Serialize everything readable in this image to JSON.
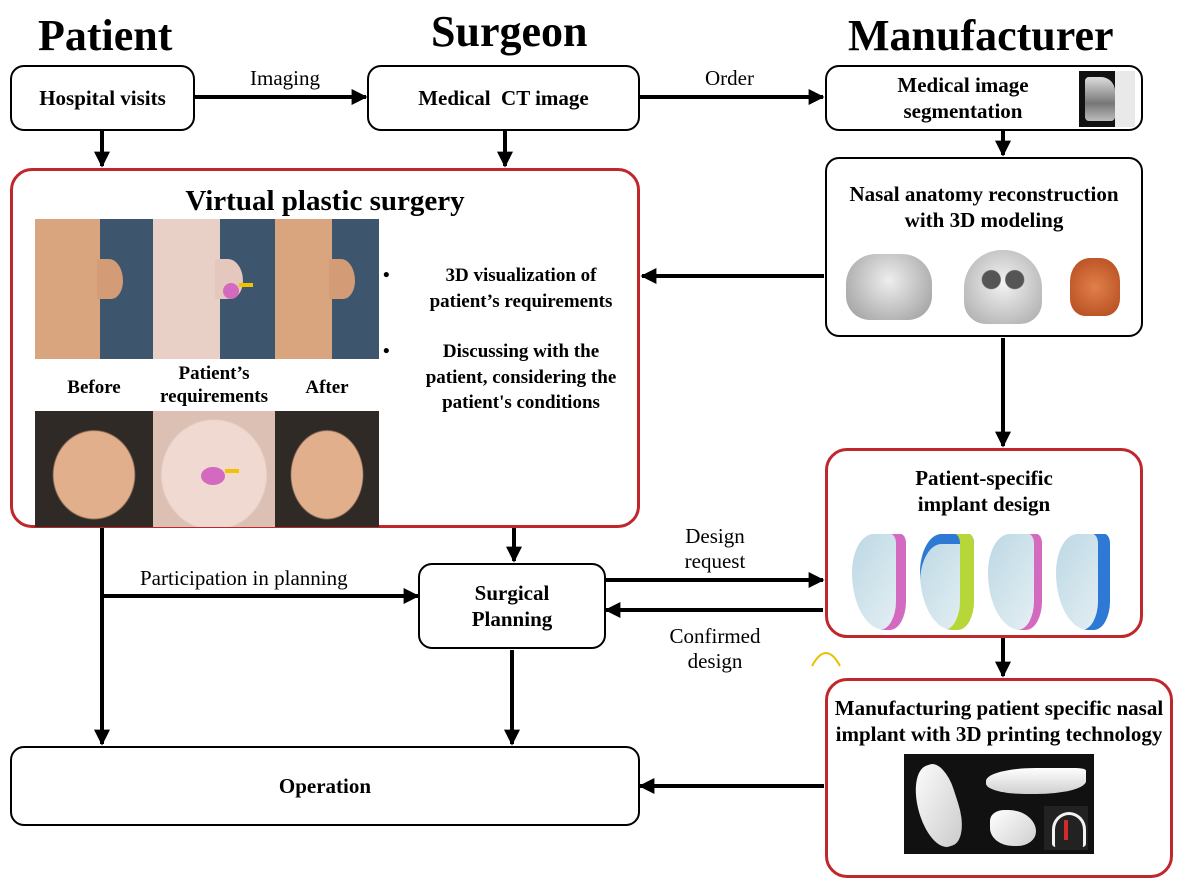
{
  "columns": {
    "patient": "Patient",
    "surgeon": "Surgeon",
    "manufacturer": "Manufacturer"
  },
  "boxes": {
    "hospital_visits": "Hospital visits",
    "medical_ct": "Medical  CT image",
    "segmentation": "Medical image segmentation",
    "reconstruction": "Nasal anatomy reconstruction with 3D modeling",
    "virtual_surgery": "Virtual plastic surgery",
    "implant_design": "Patient-specific implant design",
    "surgical_planning": "Surgical Planning",
    "manufacturing": "Manufacturing patient specific nasal implant with 3D printing technology",
    "operation": "Operation"
  },
  "edges": {
    "imaging": "Imaging",
    "order": "Order",
    "participation": "Participation in planning",
    "design_request": "Design request",
    "confirmed_design": "Confirmed design"
  },
  "virtual_surgery_panel": {
    "captions": [
      "Before",
      "Patient’s requirements",
      "After"
    ],
    "bullets": [
      "3D visualization of patient’s requirements",
      "Discussing with the patient, considering the patient's conditions"
    ]
  },
  "colors": {
    "red_border": "#c0272d",
    "black": "#000000",
    "skin": "#d7a27e",
    "background_blue": "#3d566d",
    "model_gray": "#cfcfcf",
    "implant_pink": "#d36ac0",
    "implant_blue": "#2e79d6",
    "implant_green": "#b7d63a"
  }
}
